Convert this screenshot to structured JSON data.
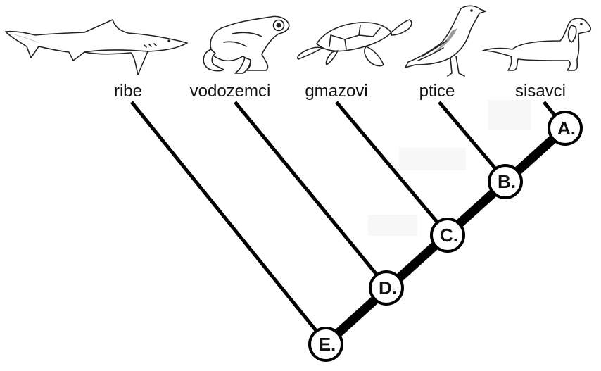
{
  "diagram": {
    "taxa": [
      {
        "id": "ribe",
        "label": "ribe",
        "icon": "shark-icon"
      },
      {
        "id": "vodozemci",
        "label": "vodozemci",
        "icon": "frog-icon"
      },
      {
        "id": "gmazovi",
        "label": "gmazovi",
        "icon": "turtle-icon"
      },
      {
        "id": "ptice",
        "label": "ptice",
        "icon": "crow-icon"
      },
      {
        "id": "sisavci",
        "label": "sisavci",
        "icon": "dachshund-icon"
      }
    ],
    "nodes": [
      {
        "id": "A",
        "label": "A."
      },
      {
        "id": "B",
        "label": "B."
      },
      {
        "id": "C",
        "label": "C."
      },
      {
        "id": "D",
        "label": "D."
      },
      {
        "id": "E",
        "label": "E."
      }
    ]
  }
}
